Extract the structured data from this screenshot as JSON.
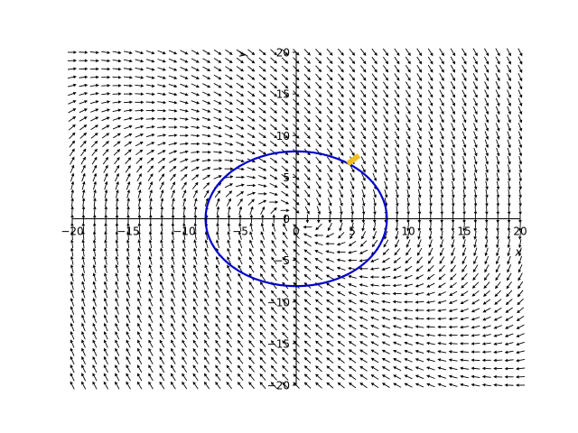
{
  "chart_data": {
    "type": "vector_field",
    "title": "",
    "xlabel": "x",
    "ylabel": "y",
    "xlim": [
      -20,
      20
    ],
    "ylim": [
      -20,
      20
    ],
    "x_ticks": [
      -20,
      -15,
      -10,
      -5,
      0,
      5,
      10,
      15,
      20
    ],
    "y_ticks": [
      -20,
      -15,
      -10,
      -5,
      0,
      5,
      10,
      15,
      20
    ],
    "field": {
      "description": "direction field of dx/dt = y, dy/dt = -x - y",
      "grid_x": {
        "start": -20,
        "end": 20,
        "count": 41
      },
      "grid_y": {
        "start": -20,
        "end": 20,
        "count": 41
      },
      "color": "#000000"
    },
    "series": [
      {
        "type": "ellipse",
        "center": [
          0,
          0
        ],
        "rx": 8.1,
        "ry": 8.1,
        "color": "#0000cc"
      }
    ],
    "annotations": [
      {
        "type": "segment",
        "from": [
          4.6,
          6.6
        ],
        "to": [
          5.6,
          7.6
        ],
        "color": "#f0c020"
      }
    ],
    "grid": false,
    "spines": "centered"
  }
}
